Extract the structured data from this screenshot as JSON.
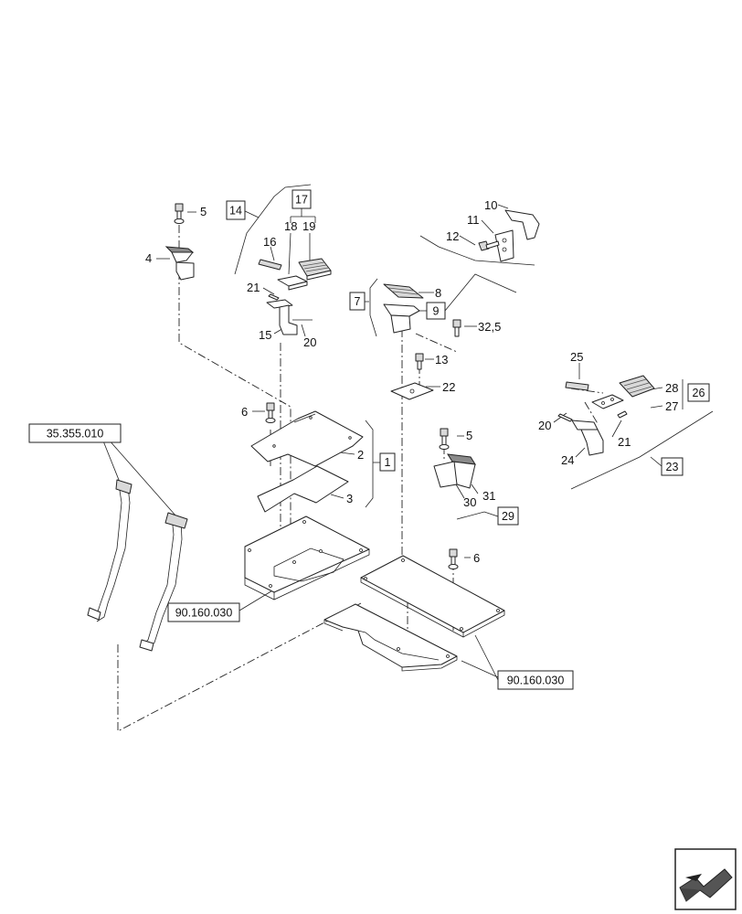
{
  "callouts": {
    "c1": "1",
    "c2": "2",
    "c3": "3",
    "c4": "4",
    "c5a": "5",
    "c5b": "5",
    "c6a": "6",
    "c6b": "6",
    "c7": "7",
    "c8": "8",
    "c9": "9",
    "c10": "10",
    "c11": "11",
    "c12": "12",
    "c13": "13",
    "c14": "14",
    "c15": "15",
    "c16": "16",
    "c17": "17",
    "c18": "18",
    "c19": "19",
    "c20a": "20",
    "c20b": "20",
    "c21a": "21",
    "c21b": "21",
    "c22": "22",
    "c23": "23",
    "c24": "24",
    "c25": "25",
    "c26": "26",
    "c27": "27",
    "c28": "28",
    "c29": "29",
    "c30": "30",
    "c31": "31",
    "c325": "32,5"
  },
  "references": {
    "ref_left": "35.355.010",
    "ref_mid": "90.160.030",
    "ref_right": "90.160.030"
  },
  "nav": {
    "icon": "back-arrow-icon"
  }
}
